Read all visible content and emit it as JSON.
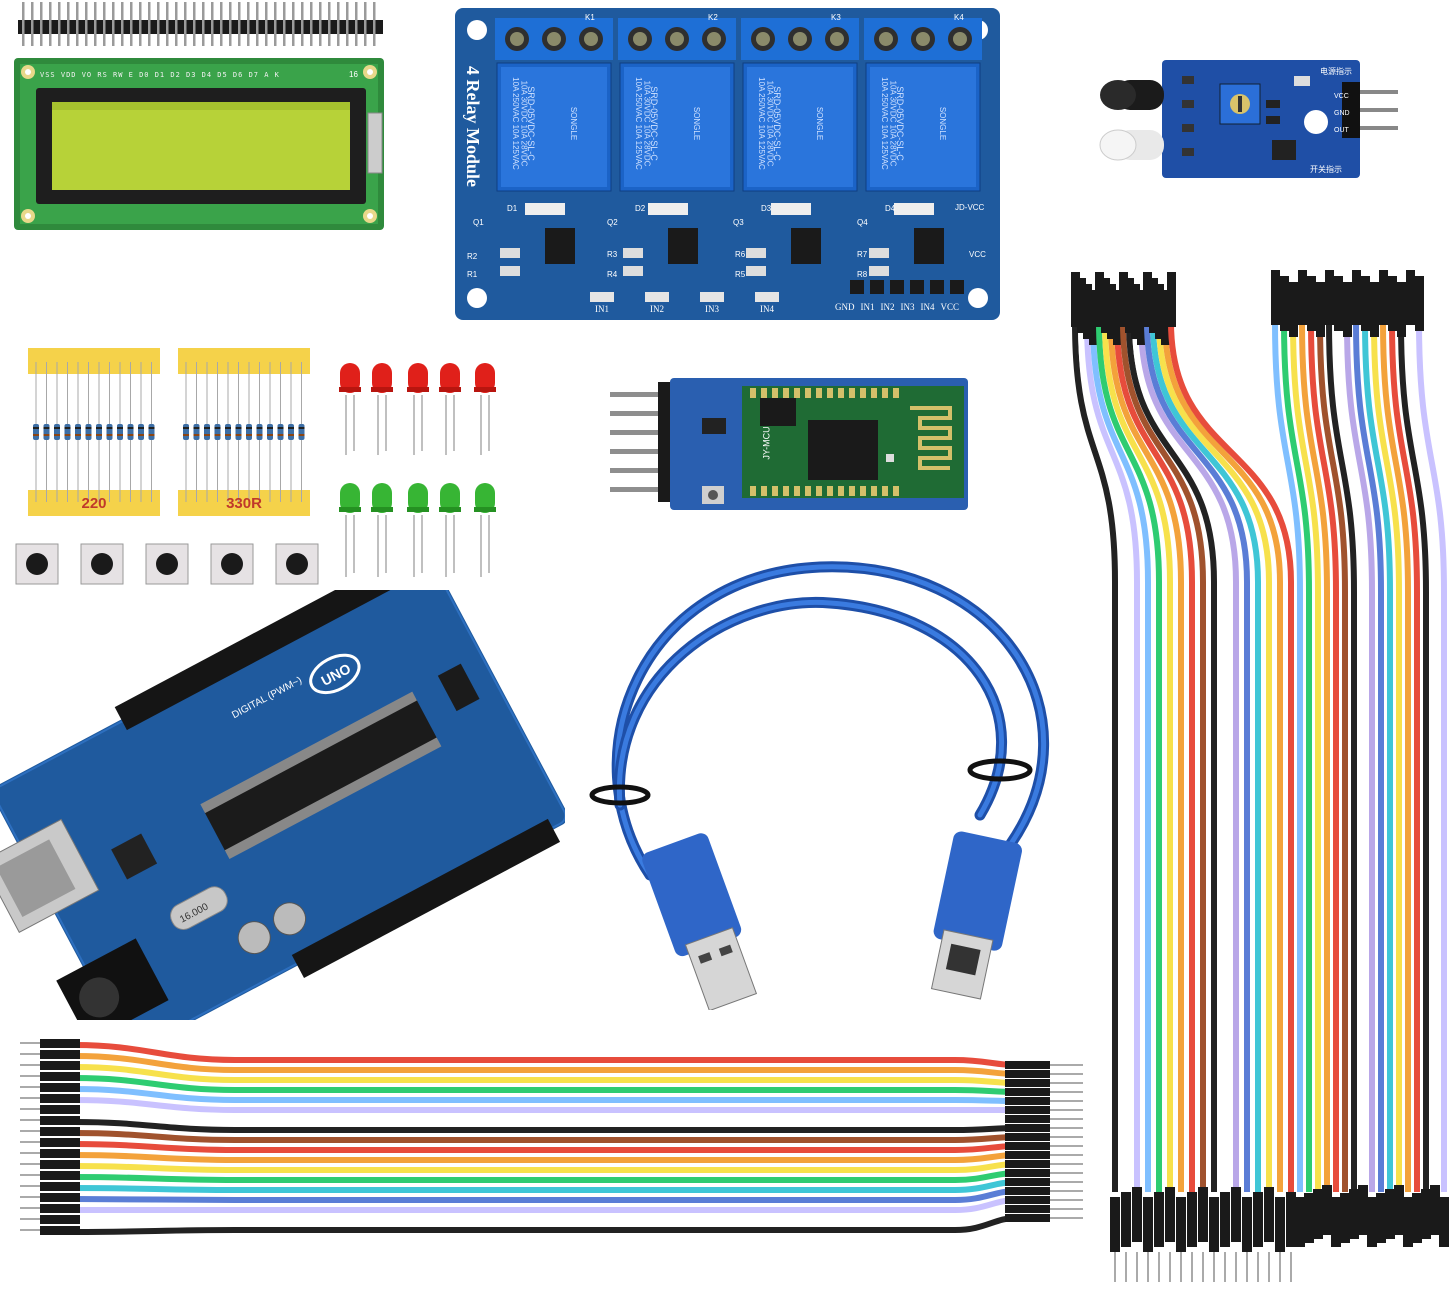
{
  "relay": {
    "title": "4 Relay Module",
    "relay_brand": "SONGLE",
    "relay_spec_1": "10A 250VAC 10A 125VAC",
    "relay_spec_2": "10A 30VDC 10A 28VDC",
    "relay_model": "SRD-05VDC-SL-C",
    "relays": [
      "K1",
      "K2",
      "K3",
      "K4"
    ],
    "pins": [
      "GND",
      "IN1",
      "IN2",
      "IN3",
      "IN4",
      "VCC"
    ],
    "leds": [
      "IN1",
      "IN2",
      "IN3",
      "IN4"
    ],
    "jumper": [
      "JD-VCC",
      "VCC"
    ],
    "parts": [
      "Q1",
      "Q2",
      "Q3",
      "Q4",
      "D1",
      "D2",
      "D3",
      "D4",
      "R1",
      "R2",
      "R3",
      "R4",
      "R5",
      "R6",
      "R7",
      "R8"
    ]
  },
  "lcd": {
    "pins_label": "VSS VDD VO RS RW E D0 D1 D2 D3 D4 D5 D6 D7 A K",
    "pin_count": "16"
  },
  "ir_sensor": {
    "label_power": "电源指示",
    "label_switch": "开关指示",
    "pins": [
      "VCC",
      "GND",
      "OUT"
    ]
  },
  "resistors": {
    "left_label": "220",
    "right_label": "330R"
  },
  "bluetooth": {
    "brand": "JY-MCU"
  },
  "arduino": {
    "model": "UNO",
    "digital_label": "DIGITAL (PWM~)",
    "crystal": "16.000"
  },
  "colors": {
    "pcb_blue": "#1f5a9e",
    "lcd_green": "#b7d238",
    "usb_cable": "#2a64c8",
    "led_red": "#e0201a",
    "led_green": "#37b534"
  }
}
